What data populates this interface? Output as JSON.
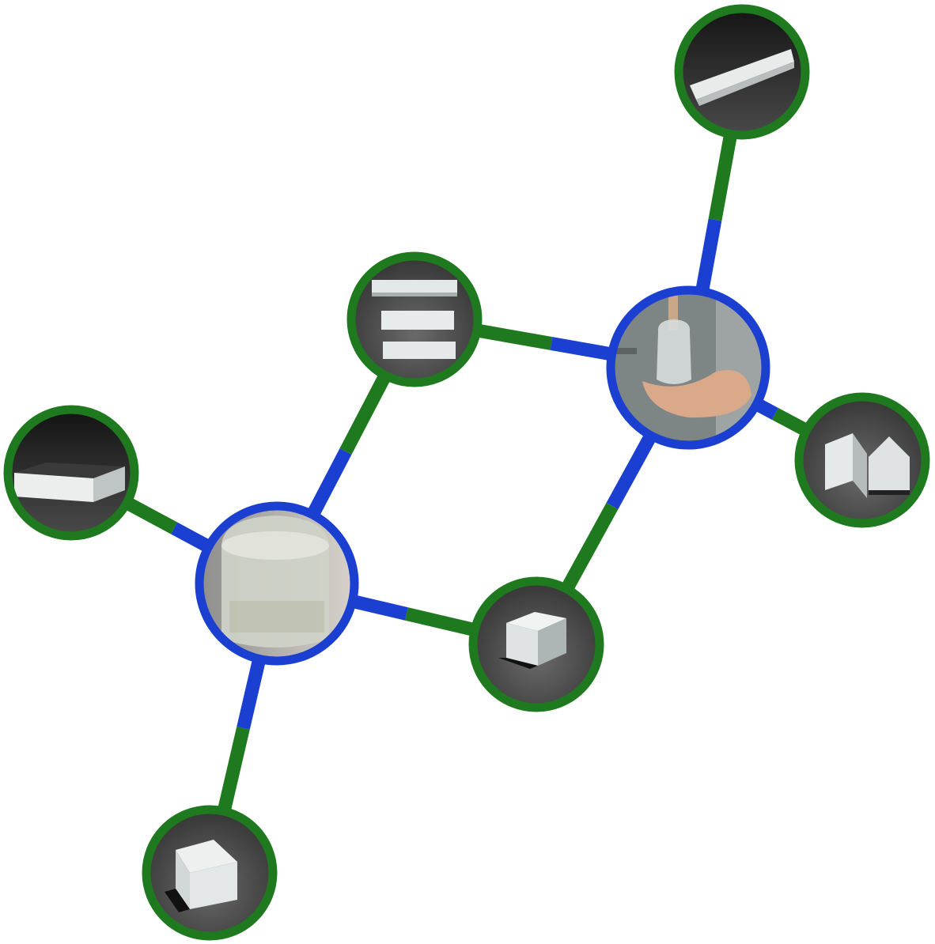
{
  "colors": {
    "outer_ring": "#1f7a1f",
    "inner_ring": "#1a3fd1",
    "outer_edge": "#1f7a1f",
    "inner_edge": "#1a3fd1",
    "photo_dark": "#2b2b2b",
    "photo_mid": "#5a5a5a",
    "glass": "#e8ecec",
    "glass_shade": "#b8c0c0",
    "wall": "#8a9090",
    "skin": "#d9a98a"
  },
  "nodes": [
    {
      "id": "n-long-wedge",
      "ring": "outer",
      "photo": "long-wedge-prism"
    },
    {
      "id": "n-three-plates",
      "ring": "outer",
      "photo": "three-rectangular-plates"
    },
    {
      "id": "n-hand-crystal",
      "ring": "inner",
      "photo": "crystal-boule-in-hand"
    },
    {
      "id": "n-two-prisms-right",
      "ring": "outer",
      "photo": "pair-of-triangular-prisms"
    },
    {
      "id": "n-two-blocks",
      "ring": "outer",
      "photo": "pair-of-rectangular-blocks"
    },
    {
      "id": "n-boule",
      "ring": "inner",
      "photo": "cylindrical-crystal-boule"
    },
    {
      "id": "n-cube",
      "ring": "outer",
      "photo": "cube-block"
    },
    {
      "id": "n-prism-cube",
      "ring": "outer",
      "photo": "prism-pair-cube"
    }
  ],
  "edges": [
    {
      "from": "n-long-wedge",
      "to": "n-hand-crystal"
    },
    {
      "from": "n-three-plates",
      "to": "n-hand-crystal"
    },
    {
      "from": "n-hand-crystal",
      "to": "n-two-prisms-right"
    },
    {
      "from": "n-hand-crystal",
      "to": "n-cube"
    },
    {
      "from": "n-three-plates",
      "to": "n-boule"
    },
    {
      "from": "n-two-blocks",
      "to": "n-boule"
    },
    {
      "from": "n-boule",
      "to": "n-cube"
    },
    {
      "from": "n-boule",
      "to": "n-prism-cube"
    }
  ]
}
